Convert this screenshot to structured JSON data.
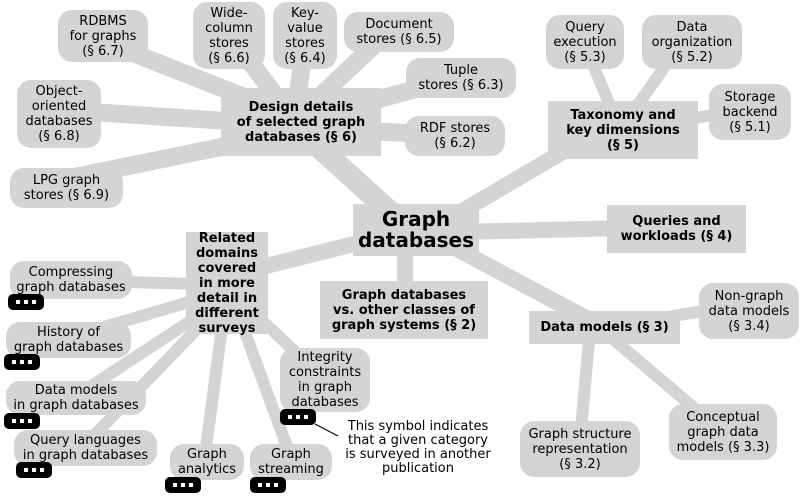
{
  "root": "Graph\ndatabases",
  "branches": {
    "design": "Design details\nof selected graph\ndatabases (§ 6)",
    "taxonomy": "Taxonomy and\nkey dimensions\n(§ 5)",
    "queries": "Queries and\nworkloads (§ 4)",
    "datamodels": "Data models (§ 3)",
    "vsother": "Graph databases\nvs. other classes of\ngraph systems (§ 2)",
    "related": "Related\ndomains\ncovered\nin more\ndetail in\ndifferent\nsurveys"
  },
  "leaves": {
    "rdbms": "RDBMS\nfor graphs\n(§ 6.7)",
    "widecolumn": "Wide-\ncolumn\nstores\n(§ 6.6)",
    "keyvalue": "Key-\nvalue\nstores\n(§ 6.4)",
    "document": "Document\nstores (§ 6.5)",
    "tuple": "Tuple\nstores (§ 6.3)",
    "oodb": "Object-\noriented\ndatabases\n(§ 6.8)",
    "rdf": "RDF stores\n(§ 6.2)",
    "lpg": "LPG graph\nstores (§ 6.9)",
    "queryexec": "Query\nexecution\n(§ 5.3)",
    "dataorg": "Data\norganization\n(§ 5.2)",
    "storage": "Storage\nbackend\n(§ 5.1)",
    "nongraph": "Non-graph\ndata models\n(§ 3.4)",
    "conceptual": "Conceptual\ngraph data\nmodels (§ 3.3)",
    "structure": "Graph structure\nrepresentation\n(§ 3.2)",
    "compressing": "Compressing\ngraph databases",
    "history": "History of\ngraph databases",
    "dmgraphdb": "Data models\nin graph databases",
    "querylang": "Query languages\nin graph databases",
    "analytics": "Graph\nanalytics",
    "streaming": "Graph\nstreaming",
    "integrity": "Integrity\nconstraints\nin graph\ndatabases"
  },
  "legend_note": "This symbol indicates\nthat a given category\nis surveyed in another\npublication",
  "colors": {
    "box": "#d4d4d4",
    "edge": "#d4d4d4",
    "marker": "#000000"
  },
  "icons": {
    "more_marker": "three-dots-icon"
  }
}
